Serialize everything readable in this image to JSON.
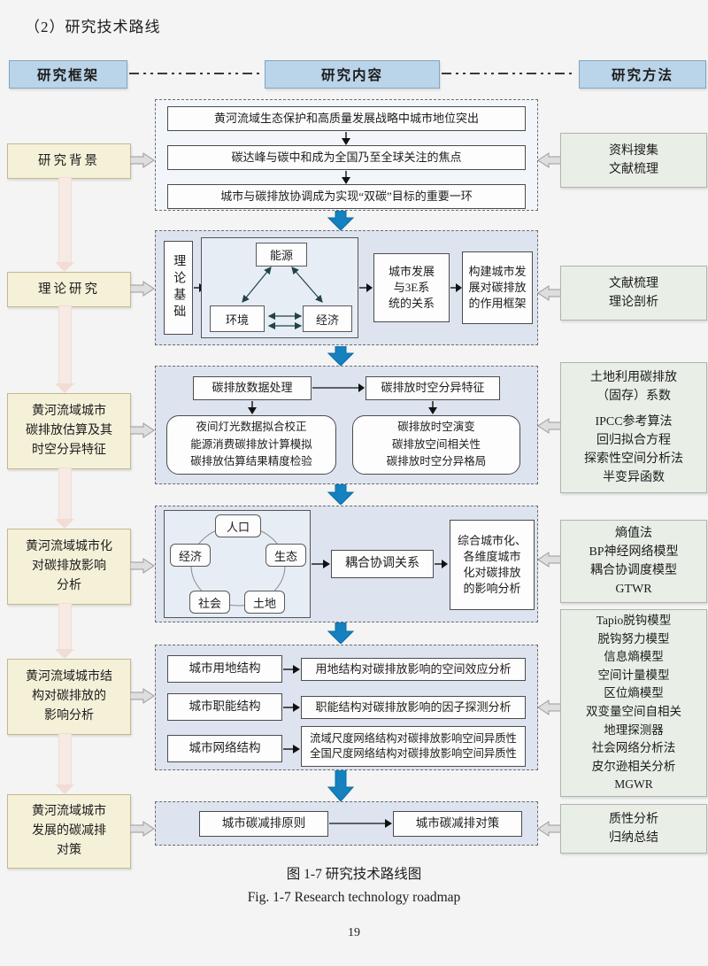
{
  "page": {
    "heading": "（2）研究技术路线",
    "caption_zh": "图 1-7 研究技术路线图",
    "caption_en": "Fig. 1-7 Research technology roadmap",
    "page_number": "19"
  },
  "colors": {
    "header_fill": "#bad4e9",
    "framework_fill": "#f5f0d8",
    "method_fill": "#e9efe7",
    "content_fill": "#dde4ef",
    "flow_arrow_blue": "#1581bf",
    "side_arrow_gray": "#dedede",
    "connector_pink": "#f7e9e4"
  },
  "columns": {
    "framework": "研究框架",
    "content": "研究内容",
    "method": "研究方法"
  },
  "sections": {
    "background": {
      "framework": "研究背景",
      "items": [
        "黄河流域生态保护和高质量发展战略中城市地位突出",
        "碳达峰与碳中和成为全国乃至全球关注的焦点",
        "城市与碳排放协调成为实现“双碳”目标的重要一环"
      ],
      "method": "资料搜集\n文献梳理"
    },
    "theory": {
      "framework": "理论研究",
      "basis": "理论基础",
      "triangle": {
        "top": "能源",
        "left": "环境",
        "right": "经济"
      },
      "relation": "城市发展\n与3E系\n统的关系",
      "build": "构建城市发\n展对碳排放\n的作用框架",
      "method": "文献梳理\n理论剖析"
    },
    "estimation": {
      "framework": "黄河流域城市\n碳排放估算及其\n时空分异特征",
      "data_processing": "碳排放数据处理",
      "spatiotemporal": "碳排放时空分异特征",
      "left_detail": "夜间灯光数据拟合校正\n能源消费碳排放计算模拟\n碳排放估算结果精度检验",
      "right_detail": "碳排放时空演变\n碳排放空间相关性\n碳排放时空分异格局",
      "method_top": "土地利用碳排放\n（固存）系数",
      "method_bottom": "IPCC参考算法\n回归拟合方程\n探索性空间分析法\n半变异函数"
    },
    "urbanization": {
      "framework": "黄河流域城市化\n对碳排放影响\n分析",
      "circle": {
        "top": "人口",
        "left": "经济",
        "right": "生态",
        "bottom_left": "社会",
        "bottom_right": "土地"
      },
      "coupling": "耦合协调关系",
      "analysis": "综合城市化、\n各维度城市\n化对碳排放\n的影响分析",
      "method": "熵值法\nBP神经网络模型\n耦合协调度模型\nGTWR"
    },
    "structure": {
      "framework": "黄河流域城市结\n构对碳排放的\n影响分析",
      "rows": [
        {
          "label": "城市用地结构",
          "result": "用地结构对碳排放影响的空间效应分析"
        },
        {
          "label": "城市职能结构",
          "result": "职能结构对碳排放影响的因子探测分析"
        },
        {
          "label": "城市网络结构",
          "result": "流域尺度网络结构对碳排放影响空间异质性\n全国尺度网络结构对碳排放影响空间异质性"
        }
      ],
      "method": "Tapio脱钩模型\n脱钩努力模型\n信息熵模型\n空间计量模型\n区位熵模型\n双变量空间自相关\n地理探测器\n社会网络分析法\n皮尔逊相关分析\nMGWR"
    },
    "countermeasure": {
      "framework": "黄河流域城市\n发展的碳减排\n对策",
      "principle": "城市碳减排原则",
      "strategy": "城市碳减排对策",
      "method": "质性分析\n归纳总结"
    }
  }
}
